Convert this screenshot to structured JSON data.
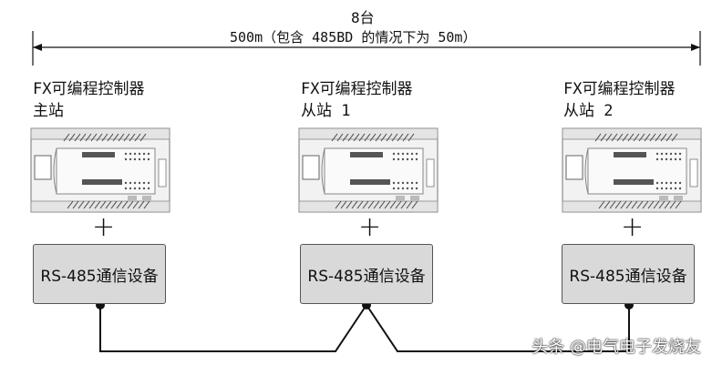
{
  "header": {
    "count": "8台",
    "distance": "500m（包含 485BD 的情况下为 50m）"
  },
  "plcs": [
    {
      "title": "FX可编程控制器",
      "role": "主站",
      "module_label": "RS-485通信设备"
    },
    {
      "title": "FX可编程控制器",
      "role": "从站 1",
      "module_label": "RS-485通信设备"
    },
    {
      "title": "FX可编程控制器",
      "role": "从站 2",
      "module_label": "RS-485通信设备"
    }
  ],
  "plus_sign": "+",
  "watermark": "头条 @电气电子发烧友"
}
